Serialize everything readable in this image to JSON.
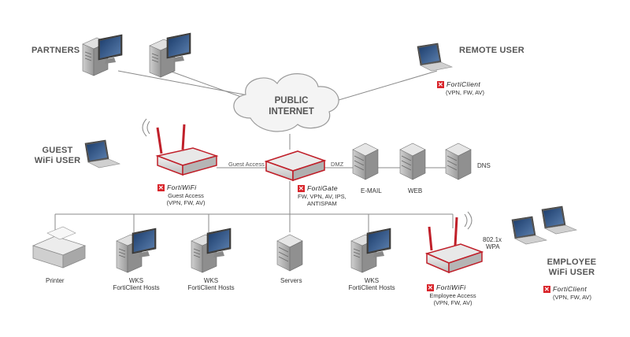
{
  "cloud": {
    "line1": "PUBLIC",
    "line2": "INTERNET"
  },
  "partners": {
    "label": "PARTNERS"
  },
  "remote_user": {
    "label": "REMOTE USER",
    "brand": "FortiClient",
    "caps": "(VPN, FW, AV)"
  },
  "guest_wifi": {
    "label_line1": "GUEST",
    "label_line2": "WiFi USER"
  },
  "links": {
    "guest_access": "Guest Access",
    "dmz": "DMZ"
  },
  "fortiwifi_guest": {
    "brand": "FortiWiFi",
    "line1": "Guest Access",
    "line2": "(VPN, FW, AV)"
  },
  "fortigate": {
    "brand": "FortiGate",
    "line1": "FW, VPN, AV, IPS,",
    "line2": "ANTISPAM"
  },
  "servers_dmz": {
    "email": "E-MAIL",
    "web": "WEB",
    "dns": "DNS"
  },
  "lan": {
    "printer": "Printer",
    "wks1_line1": "WKS",
    "wks1_line2": "FortiClient Hosts",
    "wks2_line1": "WKS",
    "wks2_line2": "FortiClient Hosts",
    "servers": "Servers",
    "wks3_line1": "WKS",
    "wks3_line2": "FortiClient Hosts"
  },
  "fortiwifi_employee": {
    "brand": "FortiWiFi",
    "line1": "Employee Access",
    "line2": "(VPN, FW, AV)",
    "wpa_line1": "802.1x",
    "wpa_line2": "WPA"
  },
  "employee_wifi": {
    "label_line1": "EMPLOYEE",
    "label_line2": "WiFi USER",
    "brand": "FortiClient",
    "caps": "(VPN, FW, AV)"
  },
  "colors": {
    "accent": "#d9252b",
    "label": "#555555",
    "line": "#8a8a8a"
  },
  "icons": [
    "desktop-computer-icon",
    "laptop-icon",
    "wifi-router-icon",
    "firewall-appliance-icon",
    "server-tower-icon",
    "printer-icon",
    "cloud-icon",
    "fortinet-logo-icon"
  ]
}
